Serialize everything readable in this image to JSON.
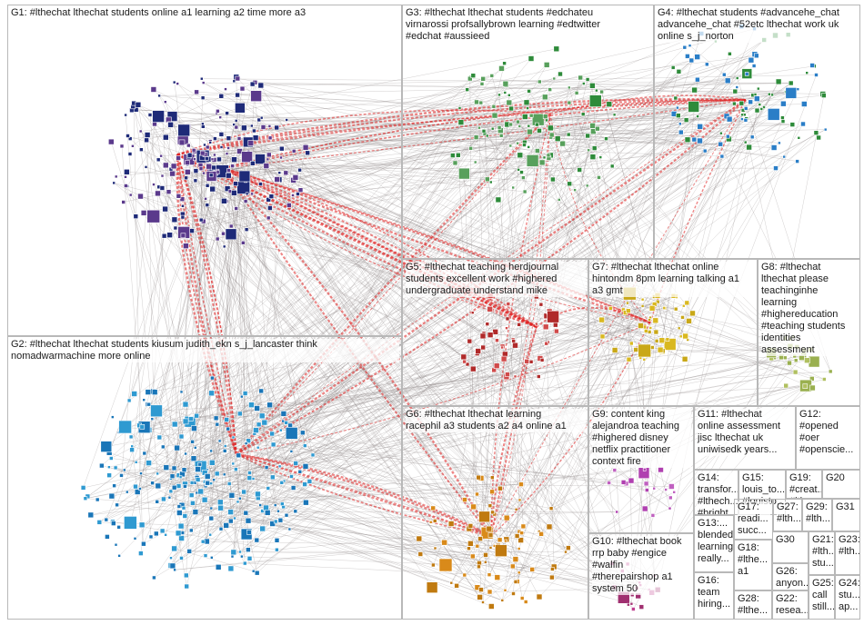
{
  "graph": {
    "groups": [
      {
        "id": "G1",
        "label": "G1: #lthechat lthechat students online a1 learning a2 time more a3"
      },
      {
        "id": "G2",
        "label": "G2: #lthechat lthechat students kiusum judith_ekn s_j_lancaster think\nnomadwarmachine more online"
      },
      {
        "id": "G3",
        "label": "G3: #lthechat lthechat students #edchateu\nvirnarossi profsallybrown learning #edtwitter\n#edchat #aussieed"
      },
      {
        "id": "G4",
        "label": "G4: #lthechat students #advancehe_chat\nadvancehe_chat #52etc lthechat work uk\nonline s_j_norton"
      },
      {
        "id": "G5",
        "label": "G5: #lthechat teaching herdjournal\nstudents excellent work #highered\nundergraduate understand mike"
      },
      {
        "id": "G6",
        "label": "G6: #lthechat lthechat learning\nracephil a3 students a2 a4 online a1"
      },
      {
        "id": "G7",
        "label": "G7: #lthechat lthechat online\nhintondm 8pm learning talking a1\na3 gmt"
      },
      {
        "id": "G8",
        "label": "G8: #lthechat\nlthechat please\nteachinginhe\nlearning\n#highereducation\n#teaching students\nidentities\nassessment"
      },
      {
        "id": "G9",
        "label": "G9: content king\nalejandroa teaching\n#highered disney\nnetflix practitioner\ncontext fire"
      },
      {
        "id": "G10",
        "label": "G10: #lthechat book\nrrp baby #engice\n#walfin\n#therepairshop a1\nsystem 50"
      },
      {
        "id": "G11",
        "label": "G11: #lthechat\nonline assessment\njisc lthechat uk\nuniwisedk years..."
      },
      {
        "id": "G12",
        "label": "G12:\n#opened\n#oer\n#openscie..."
      },
      {
        "id": "G13",
        "label": "G13:...\nblended\nlearning\nreally..."
      },
      {
        "id": "G14",
        "label": "G14:\ntransfor...\n#lthech...\n#bright..."
      },
      {
        "id": "G15",
        "label": "G15:\nlouis_to...\n#louisto..."
      },
      {
        "id": "G16",
        "label": "G16:\nteam\nhiring..."
      },
      {
        "id": "G17",
        "label": "G17:\nreadi...\nsucc..."
      },
      {
        "id": "G18",
        "label": "G18:\n#lthe...\na1"
      },
      {
        "id": "G19",
        "label": "G19:\n#creat...\n#lthec..."
      },
      {
        "id": "G20",
        "label": "G20"
      },
      {
        "id": "G21",
        "label": "G21:\n#lth...\nstu..."
      },
      {
        "id": "G22",
        "label": "G22:\nresea..."
      },
      {
        "id": "G23",
        "label": "G23:\n#lth..."
      },
      {
        "id": "G24",
        "label": "G24:\nstu...\nap..."
      },
      {
        "id": "G25",
        "label": "G25:\ncall\nstill..."
      },
      {
        "id": "G26",
        "label": "G26:\nanyon..."
      },
      {
        "id": "G27",
        "label": "G27:\n#lth..."
      },
      {
        "id": "G28",
        "label": "G28:\n#lthe..."
      },
      {
        "id": "G29",
        "label": "G29:\n#lth..."
      },
      {
        "id": "G30",
        "label": "G30"
      },
      {
        "id": "G31",
        "label": "G31"
      }
    ]
  }
}
